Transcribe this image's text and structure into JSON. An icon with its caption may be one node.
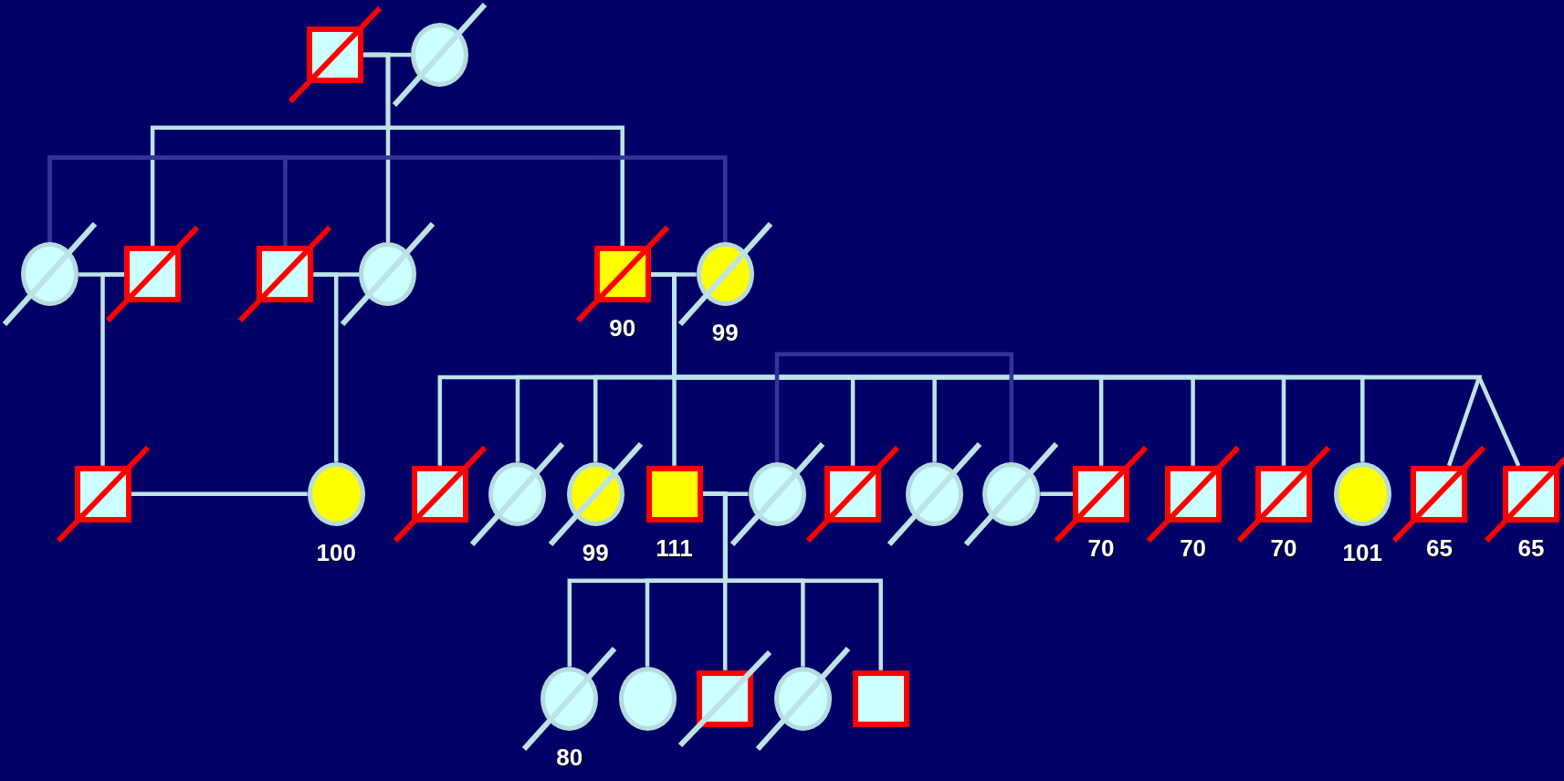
{
  "diagram": {
    "nodes": [
      {
        "text": [],
        "shape": "box"
      },
      {
        "text": [],
        "shape": "circle"
      },
      {
        "text": [],
        "shape": "circle"
      },
      {
        "text": [],
        "shape": "box"
      },
      {
        "text": [],
        "shape": "box"
      },
      {
        "text": [],
        "shape": "circle"
      },
      {
        "text": [],
        "shape": "box",
        "beside": [
          "90"
        ]
      },
      {
        "text": [],
        "shape": "circle",
        "beside": [
          "99"
        ]
      },
      {
        "text": [],
        "shape": "box"
      },
      {
        "text": [],
        "shape": "circle",
        "beside": [
          "100"
        ]
      },
      {
        "text": [],
        "shape": "box"
      },
      {
        "text": [],
        "shape": "circle"
      },
      {
        "text": [],
        "shape": "circle",
        "beside": [
          "99"
        ]
      },
      {
        "text": [],
        "shape": "box",
        "beside": [
          "111"
        ]
      },
      {
        "text": [],
        "shape": "circle"
      },
      {
        "text": [],
        "shape": "box"
      },
      {
        "text": [],
        "shape": "circle"
      },
      {
        "text": [],
        "shape": "circle"
      },
      {
        "text": [],
        "shape": "box",
        "beside": [
          "70"
        ]
      },
      {
        "text": [],
        "shape": "box",
        "beside": [
          "70"
        ]
      },
      {
        "text": [],
        "shape": "box",
        "beside": [
          "70"
        ]
      },
      {
        "text": [],
        "shape": "circle",
        "beside": [
          "101"
        ]
      },
      {
        "text": [],
        "shape": "box",
        "beside": [
          "65"
        ]
      },
      {
        "text": [],
        "shape": "box",
        "beside": [
          "65"
        ]
      },
      {
        "text": [],
        "shape": "circle",
        "beside": [
          "80"
        ]
      },
      {
        "text": [],
        "shape": "circle"
      },
      {
        "text": [],
        "shape": "box"
      },
      {
        "text": [],
        "shape": "circle"
      },
      {
        "text": [],
        "shape": "box"
      }
    ],
    "edges": [
      {
        "from": 0,
        "to": 1,
        "arrow": "none"
      },
      {
        "from": 0,
        "to": 3,
        "arrow": "none"
      },
      {
        "from": 0,
        "to": 5,
        "arrow": "none"
      },
      {
        "from": 0,
        "to": 6,
        "arrow": "none"
      },
      {
        "from": 2,
        "to": 3,
        "arrow": "none"
      },
      {
        "from": 4,
        "to": 5,
        "arrow": "none"
      },
      {
        "from": 6,
        "to": 7,
        "arrow": "none"
      },
      {
        "from": 3,
        "to": 8,
        "arrow": "none"
      },
      {
        "from": 4,
        "to": 9,
        "arrow": "none"
      },
      {
        "from": 2,
        "to": 4,
        "arrow": "none",
        "color": "#333399"
      },
      {
        "from": 2,
        "to": 7,
        "arrow": "none",
        "color": "#333399"
      },
      {
        "from": 8,
        "to": 9,
        "arrow": "none"
      },
      {
        "from": 6,
        "to": 10,
        "arrow": "none"
      },
      {
        "from": 6,
        "to": 11,
        "arrow": "none"
      },
      {
        "from": 6,
        "to": 12,
        "arrow": "none"
      },
      {
        "from": 6,
        "to": 13,
        "arrow": "none"
      },
      {
        "from": 6,
        "to": 15,
        "arrow": "none"
      },
      {
        "from": 6,
        "to": 16,
        "arrow": "none"
      },
      {
        "from": 6,
        "to": 18,
        "arrow": "none"
      },
      {
        "from": 6,
        "to": 19,
        "arrow": "none"
      },
      {
        "from": 6,
        "to": 20,
        "arrow": "none"
      },
      {
        "from": 6,
        "to": 21,
        "arrow": "none"
      },
      {
        "from": 6,
        "to": 22,
        "arrow": "none"
      },
      {
        "from": 6,
        "to": 23,
        "arrow": "none"
      },
      {
        "from": 13,
        "to": 14,
        "arrow": "none"
      },
      {
        "from": 14,
        "to": 17,
        "arrow": "none",
        "color": "#333399"
      },
      {
        "from": 17,
        "to": 18,
        "arrow": "none"
      },
      {
        "from": 13,
        "to": 24,
        "arrow": "none"
      },
      {
        "from": 13,
        "to": 25,
        "arrow": "none"
      },
      {
        "from": 13,
        "to": 26,
        "arrow": "none"
      },
      {
        "from": 13,
        "to": 27,
        "arrow": "none"
      },
      {
        "from": 13,
        "to": 28,
        "arrow": "none"
      }
    ]
  }
}
